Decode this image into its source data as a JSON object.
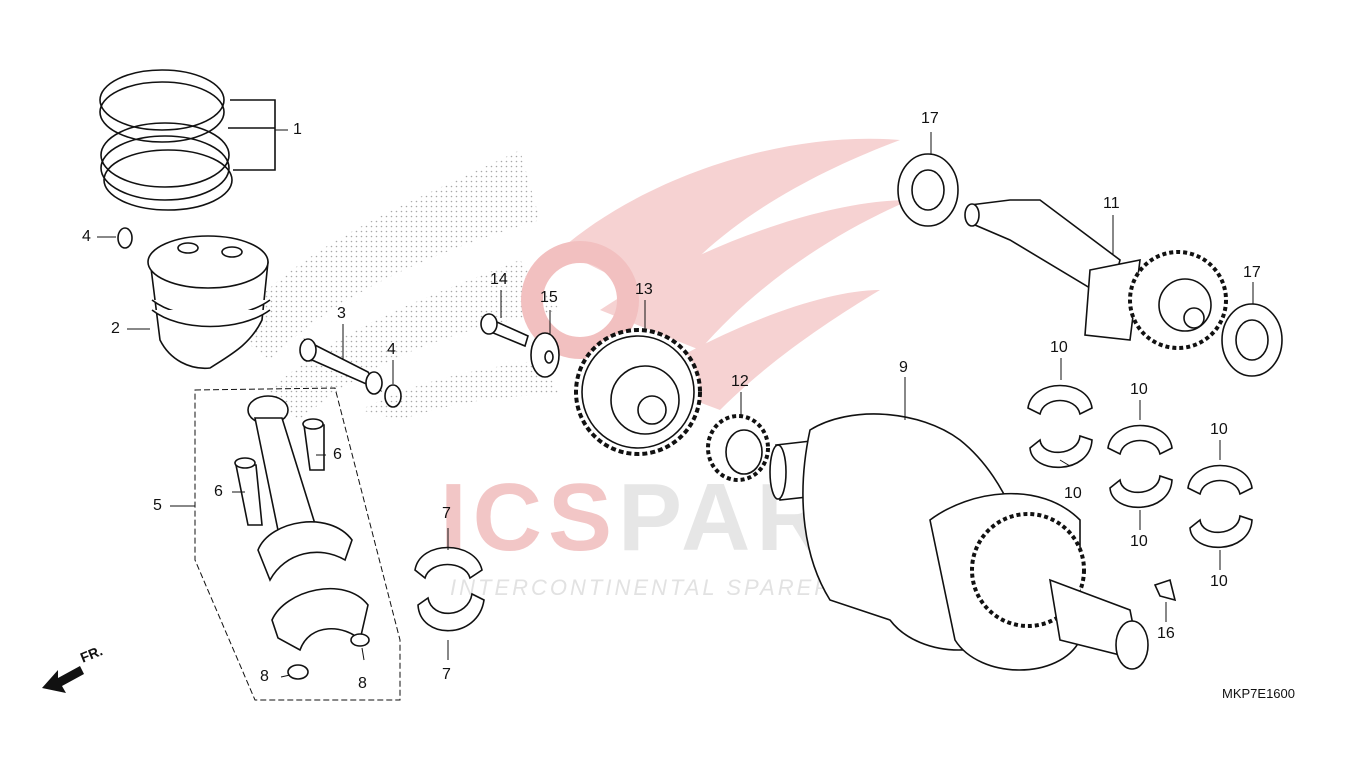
{
  "watermark": {
    "title_red": "ICS",
    "title_grey": "PARTS",
    "subtitle": "INTERCONTINENTAL SPAREPARTS",
    "accent_color": "#e53935",
    "logo_color": "#f4cccc"
  },
  "diagram_code": "MKP7E1600",
  "direction_label": "FR.",
  "callouts": {
    "c1": "1",
    "c2": "2",
    "c3": "3",
    "c4a": "4",
    "c4b": "4",
    "c5": "5",
    "c6a": "6",
    "c6b": "6",
    "c7a": "7",
    "c7b": "7",
    "c8a": "8",
    "c8b": "8",
    "c9": "9",
    "c10a": "10",
    "c10b": "10",
    "c10c": "10",
    "c10d": "10",
    "c10e": "10",
    "c10f": "10",
    "c11": "11",
    "c12": "12",
    "c13": "13",
    "c14": "14",
    "c15": "15",
    "c16": "16",
    "c17a": "17",
    "c17b": "17"
  },
  "parts": [
    {
      "id": "piston-ring-set",
      "icon": "piston-rings-icon"
    },
    {
      "id": "piston",
      "icon": "piston-icon"
    },
    {
      "id": "piston-pin",
      "icon": "piston-pin-icon"
    },
    {
      "id": "pin-clip",
      "icon": "circlip-icon"
    },
    {
      "id": "connecting-rod",
      "icon": "connecting-rod-icon"
    },
    {
      "id": "rod-bolt",
      "icon": "bolt-icon"
    },
    {
      "id": "rod-bearing",
      "icon": "bearing-shell-icon"
    },
    {
      "id": "oil-jet",
      "icon": "oil-jet-icon"
    },
    {
      "id": "crankshaft",
      "icon": "crankshaft-icon"
    },
    {
      "id": "main-bearing",
      "icon": "bearing-shell-icon"
    },
    {
      "id": "balancer-shaft",
      "icon": "balancer-shaft-icon"
    },
    {
      "id": "primary-drive-gear",
      "icon": "gear-icon"
    },
    {
      "id": "balancer-driven-gear",
      "icon": "gear-icon"
    },
    {
      "id": "flange-bolt",
      "icon": "bolt-icon"
    },
    {
      "id": "washer",
      "icon": "washer-icon"
    },
    {
      "id": "woodruff-key",
      "icon": "key-icon"
    },
    {
      "id": "radial-ball-bearing",
      "icon": "ball-bearing-icon"
    }
  ]
}
